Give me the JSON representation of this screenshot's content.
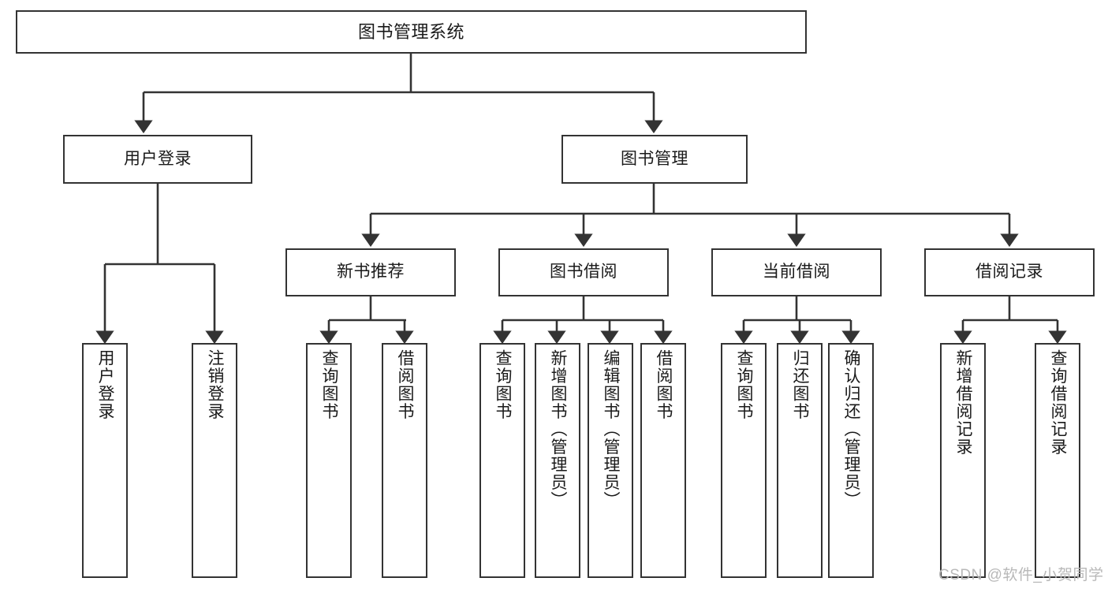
{
  "diagram": {
    "title": "图书管理系统",
    "type": "tree-hierarchy-chart",
    "colors": {
      "box_border": "#333333",
      "box_fill": "#ffffff",
      "edge": "#333333",
      "text": "#1a1a1a",
      "watermark": "#b8b8b8"
    },
    "root": {
      "label": "图书管理系统"
    },
    "level1": [
      {
        "label": "用户登录"
      },
      {
        "label": "图书管理"
      }
    ],
    "level2": [
      {
        "label": "新书推荐"
      },
      {
        "label": "图书借阅"
      },
      {
        "label": "当前借阅"
      },
      {
        "label": "借阅记录"
      }
    ],
    "leaves": {
      "user_login": [
        {
          "label": "用户登录"
        },
        {
          "label": "注销登录"
        }
      ],
      "new_book_recommend": [
        {
          "label": "查询图书"
        },
        {
          "label": "借阅图书"
        }
      ],
      "book_borrow": [
        {
          "label": "查询图书"
        },
        {
          "label": "新增图书（管理员）"
        },
        {
          "label": "编辑图书（管理员）"
        },
        {
          "label": "借阅图书"
        }
      ],
      "current_borrow": [
        {
          "label": "查询图书"
        },
        {
          "label": "归还图书"
        },
        {
          "label": "确认归还（管理员）"
        }
      ],
      "borrow_record": [
        {
          "label": "新增借阅记录"
        },
        {
          "label": "查询借阅记录"
        }
      ]
    },
    "watermark": "CSDN @软件_小贺同学"
  }
}
